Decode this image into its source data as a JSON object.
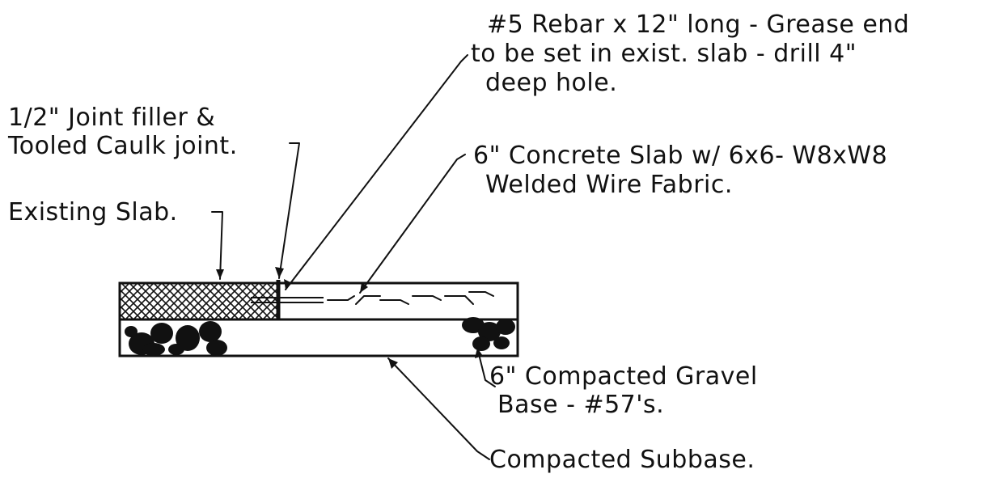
{
  "notes": {
    "rebar": [
      "#5 Rebar x 12\" long - Grease end",
      "to be set in exist. slab - drill 4\"",
      "deep hole."
    ],
    "joint": [
      "1/2\" Joint filler &",
      "Tooled Caulk joint."
    ],
    "concrete": [
      "6\" Concrete Slab w/ 6x6- W8xW8",
      "Welded Wire Fabric."
    ],
    "existing": [
      "Existing Slab."
    ],
    "gravel": [
      "6\" Compacted Gravel",
      "Base - #57's."
    ],
    "subbase": [
      "Compacted Subbase."
    ]
  },
  "colors": {
    "ink": "#111111",
    "paper": "#ffffff"
  }
}
